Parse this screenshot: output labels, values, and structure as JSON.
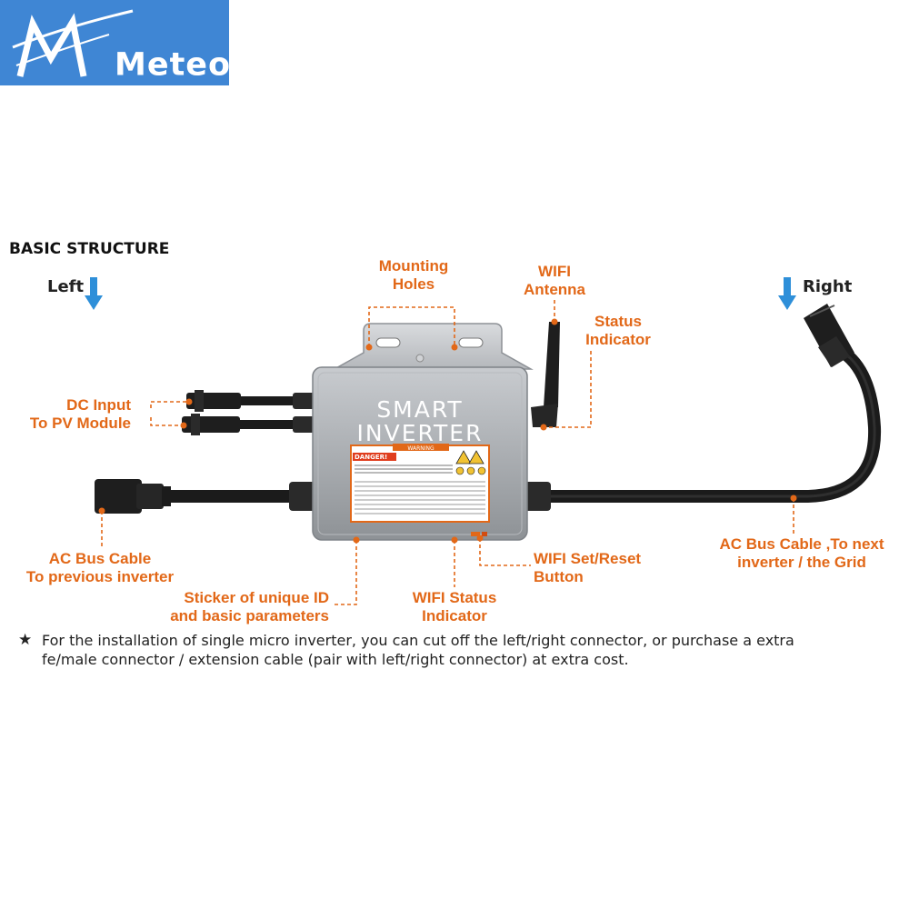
{
  "logo": {
    "brand_text": "Meteor",
    "brand_color": "#3f86d4"
  },
  "section_title": "BASIC STRUCTURE",
  "directions": {
    "left": "Left",
    "right": "Right"
  },
  "device": {
    "label_line1": "SMART",
    "label_line2": "INVERTER",
    "warning_tab": "WARNING",
    "danger": "DANGER!"
  },
  "callouts": {
    "mounting_holes": [
      "Mounting",
      "Holes"
    ],
    "wifi_antenna": [
      "WIFI",
      "Antenna"
    ],
    "status_indicator": [
      "Status",
      "Indicator"
    ],
    "dc_input": [
      "DC Input",
      "To PV Module"
    ],
    "ac_bus_prev": [
      "AC Bus Cable",
      "To previous inverter"
    ],
    "ac_bus_next": [
      "AC Bus Cable ,To next",
      "inverter / the Grid"
    ],
    "wifi_reset": [
      "WIFI Set/Reset",
      "Button"
    ],
    "wifi_status": [
      "WIFI Status",
      "Indicator"
    ],
    "sticker": [
      "Sticker of unique ID",
      "and basic parameters"
    ]
  },
  "note": {
    "star": "★",
    "line1": "For the installation of single micro inverter, you can cut off the left/right connector, or purchase a extra",
    "line2": "fe/male connector / extension cable (pair with left/right connector) at extra cost."
  },
  "colors": {
    "callout": "#e26818",
    "arrow": "#2e8fd9",
    "device": "#9a9ea3",
    "cable": "#1b1b1b"
  }
}
